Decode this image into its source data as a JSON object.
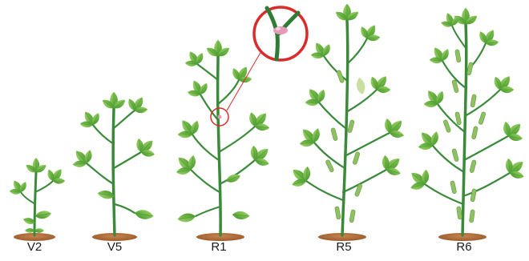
{
  "stages": [
    {
      "id": "V2",
      "label": "V2"
    },
    {
      "id": "V5",
      "label": "V5"
    },
    {
      "id": "R1",
      "label": "R1"
    },
    {
      "id": "R5",
      "label": "R5"
    },
    {
      "id": "R6",
      "label": "R6"
    }
  ],
  "colors": {
    "leaf_light": "#9fd06a",
    "leaf_mid": "#6db443",
    "leaf_dark": "#3d8f2e",
    "stem": "#3a8a3a",
    "soil": "#b8703c",
    "zoom_ring": "#d92b2b",
    "flower": "#e79ab8",
    "pod": "#8fc063"
  }
}
